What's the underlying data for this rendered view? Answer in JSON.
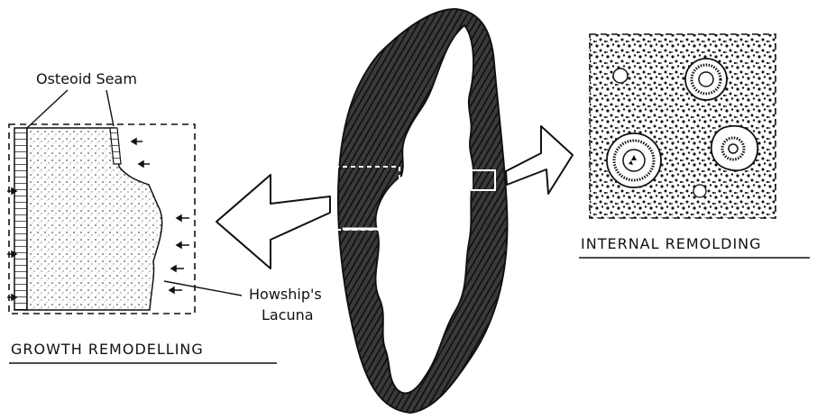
{
  "labels": {
    "osteoid_seam": "Osteoid Seam",
    "howships_line1": "Howship's",
    "howships_line2": "Lacuna",
    "growth_remodelling": "GROWTH REMODELLING",
    "internal_remolding": "INTERNAL REMOLDING"
  },
  "colors": {
    "ink": "#111111",
    "bone_fill": "#2b2b2b",
    "osteoid_stipple": "#e6e6e6",
    "paper": "#ffffff"
  }
}
